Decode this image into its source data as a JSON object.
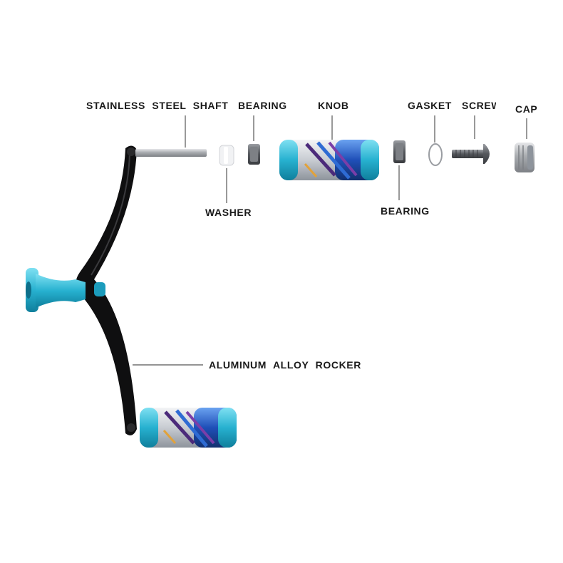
{
  "labels": {
    "shaft": "STAINLESS  STEEL  SHAFT",
    "bearing_top": "BEARING",
    "knob": "KNOB",
    "gasket": "GASKET",
    "screw": "SCREW",
    "cap": "CAP",
    "washer": "WASHER",
    "bearing_bottom": "BEARING",
    "rocker": "ALUMINUM ALLOY  ROCKER"
  },
  "colors": {
    "background": "#ffffff",
    "rocker": "#111111",
    "accent_teal": "#2fb3d1",
    "knob_blue": "#2a5fc4",
    "steel": "#b9bcc0"
  }
}
